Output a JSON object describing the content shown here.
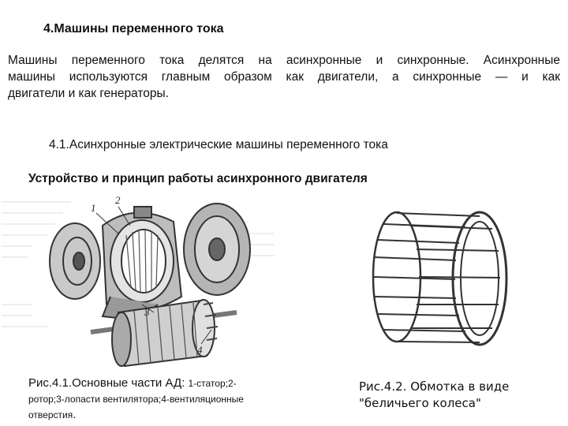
{
  "section_title": "4.Машины переменного тока",
  "intro_lines": [
    "Машины переменного тока делятся на асинхронные и синхронные. Асинхронные",
    "машины используются главным образом как двигатели, а синхронные — и как",
    "двигатели и как генераторы."
  ],
  "subsection_title": "4.1.Асинхронные электрические машины переменного тока",
  "subsubsection_title": "Устройство и принцип работы асинхронного двигателя",
  "figure1": {
    "callouts": [
      "1",
      "2",
      "3",
      "4"
    ],
    "caption_lead": "Рис.4.1.Основные части АД: ",
    "caption_rest_1": "1-статор;2-",
    "caption_rest_2": "ротор;3-лопасти вентилятора;4-вентиляционные",
    "caption_rest_3": "отверстия",
    "caption_end": "."
  },
  "figure2": {
    "caption_line1": "Рис.4.2. Обмотка в виде",
    "caption_line2": "\"беличьего колеса\""
  },
  "colors": {
    "text": "#111111",
    "drawing": "#333333",
    "background": "#ffffff"
  }
}
